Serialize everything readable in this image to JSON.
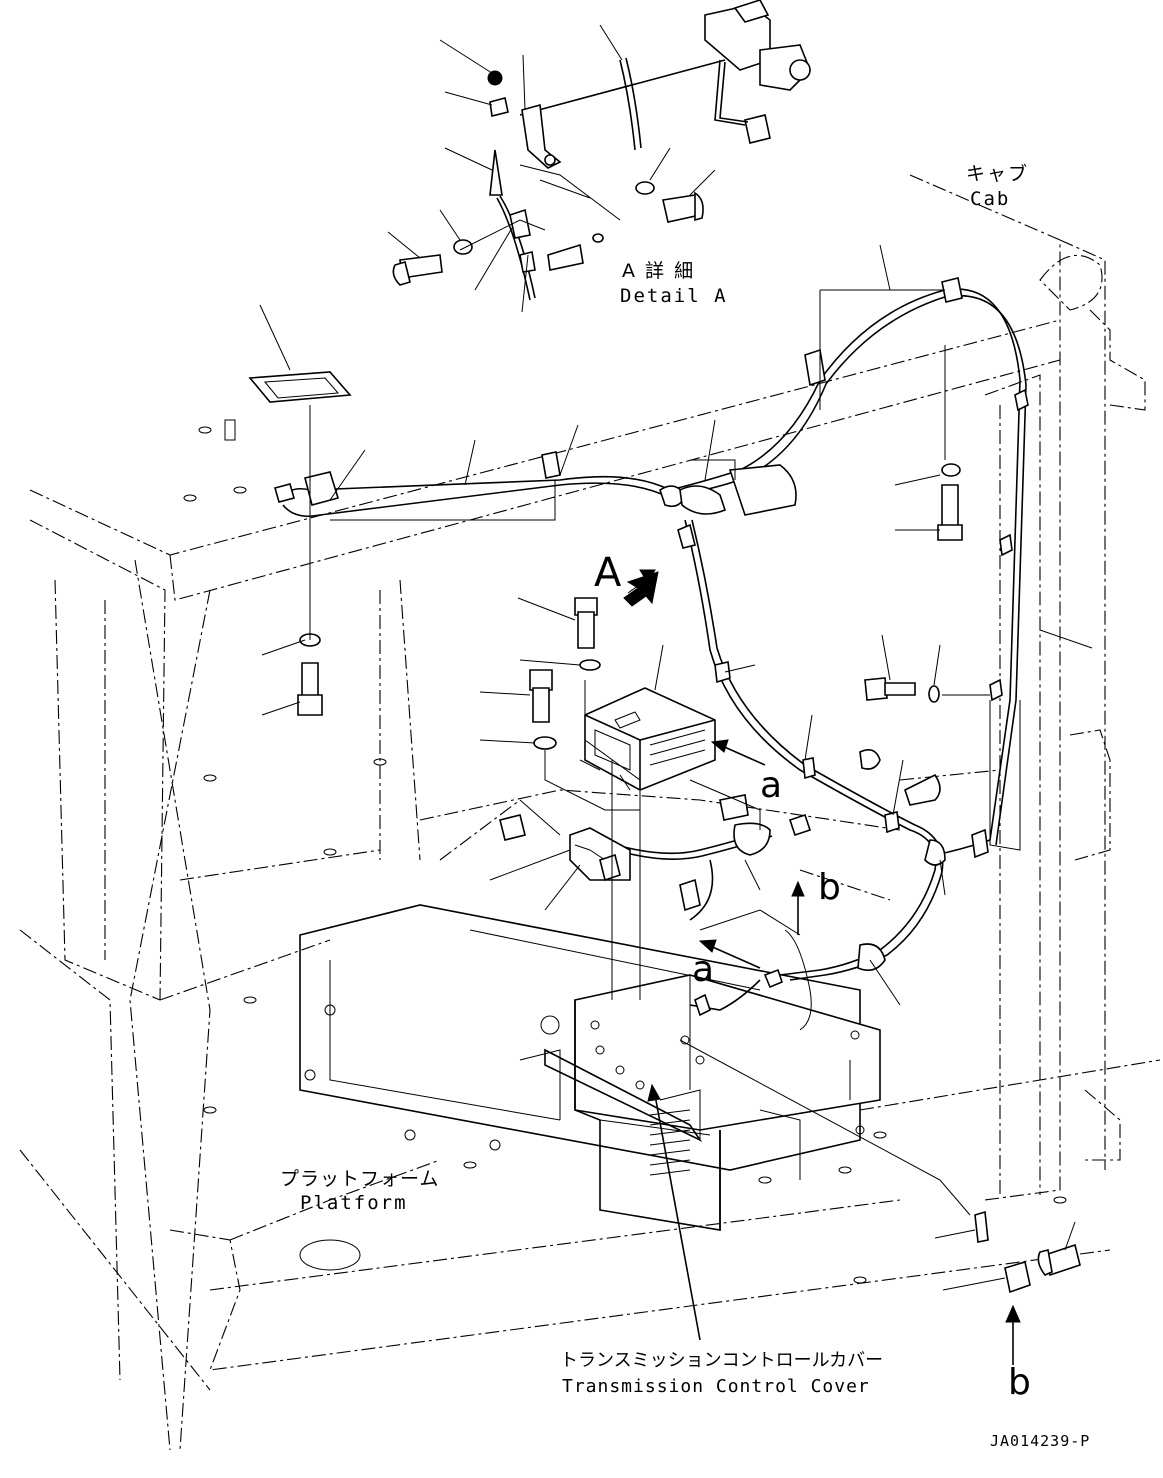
{
  "labels": {
    "cab_ja": "キャブ",
    "cab_en": "Cab",
    "detail_a_ja": "A 詳 細",
    "detail_a_en": "Detail A",
    "view_a": "A",
    "arrow_a_upper": "a",
    "arrow_a_lower": "a",
    "arrow_b_upper": "b",
    "arrow_b_lower": "b",
    "platform_ja": "プラットフォーム",
    "platform_en": "Platform",
    "tcc_ja": "トランスミッションコントロールカバー",
    "tcc_en": "Transmission Control Cover",
    "drawing_ref": "JA014239-P"
  }
}
